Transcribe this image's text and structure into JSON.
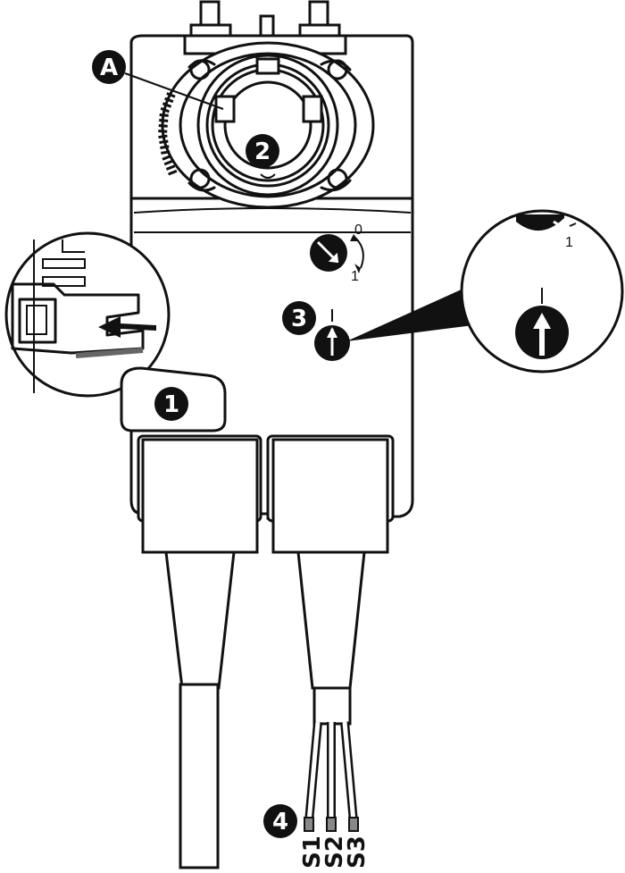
{
  "badges": {
    "a": "A",
    "one": "1",
    "two": "2",
    "three": "3",
    "four": "4"
  },
  "switch_scale": {
    "zero": "0",
    "one": "1",
    "zoom_one": "1"
  },
  "wires": [
    "S1",
    "S2",
    "S3"
  ]
}
